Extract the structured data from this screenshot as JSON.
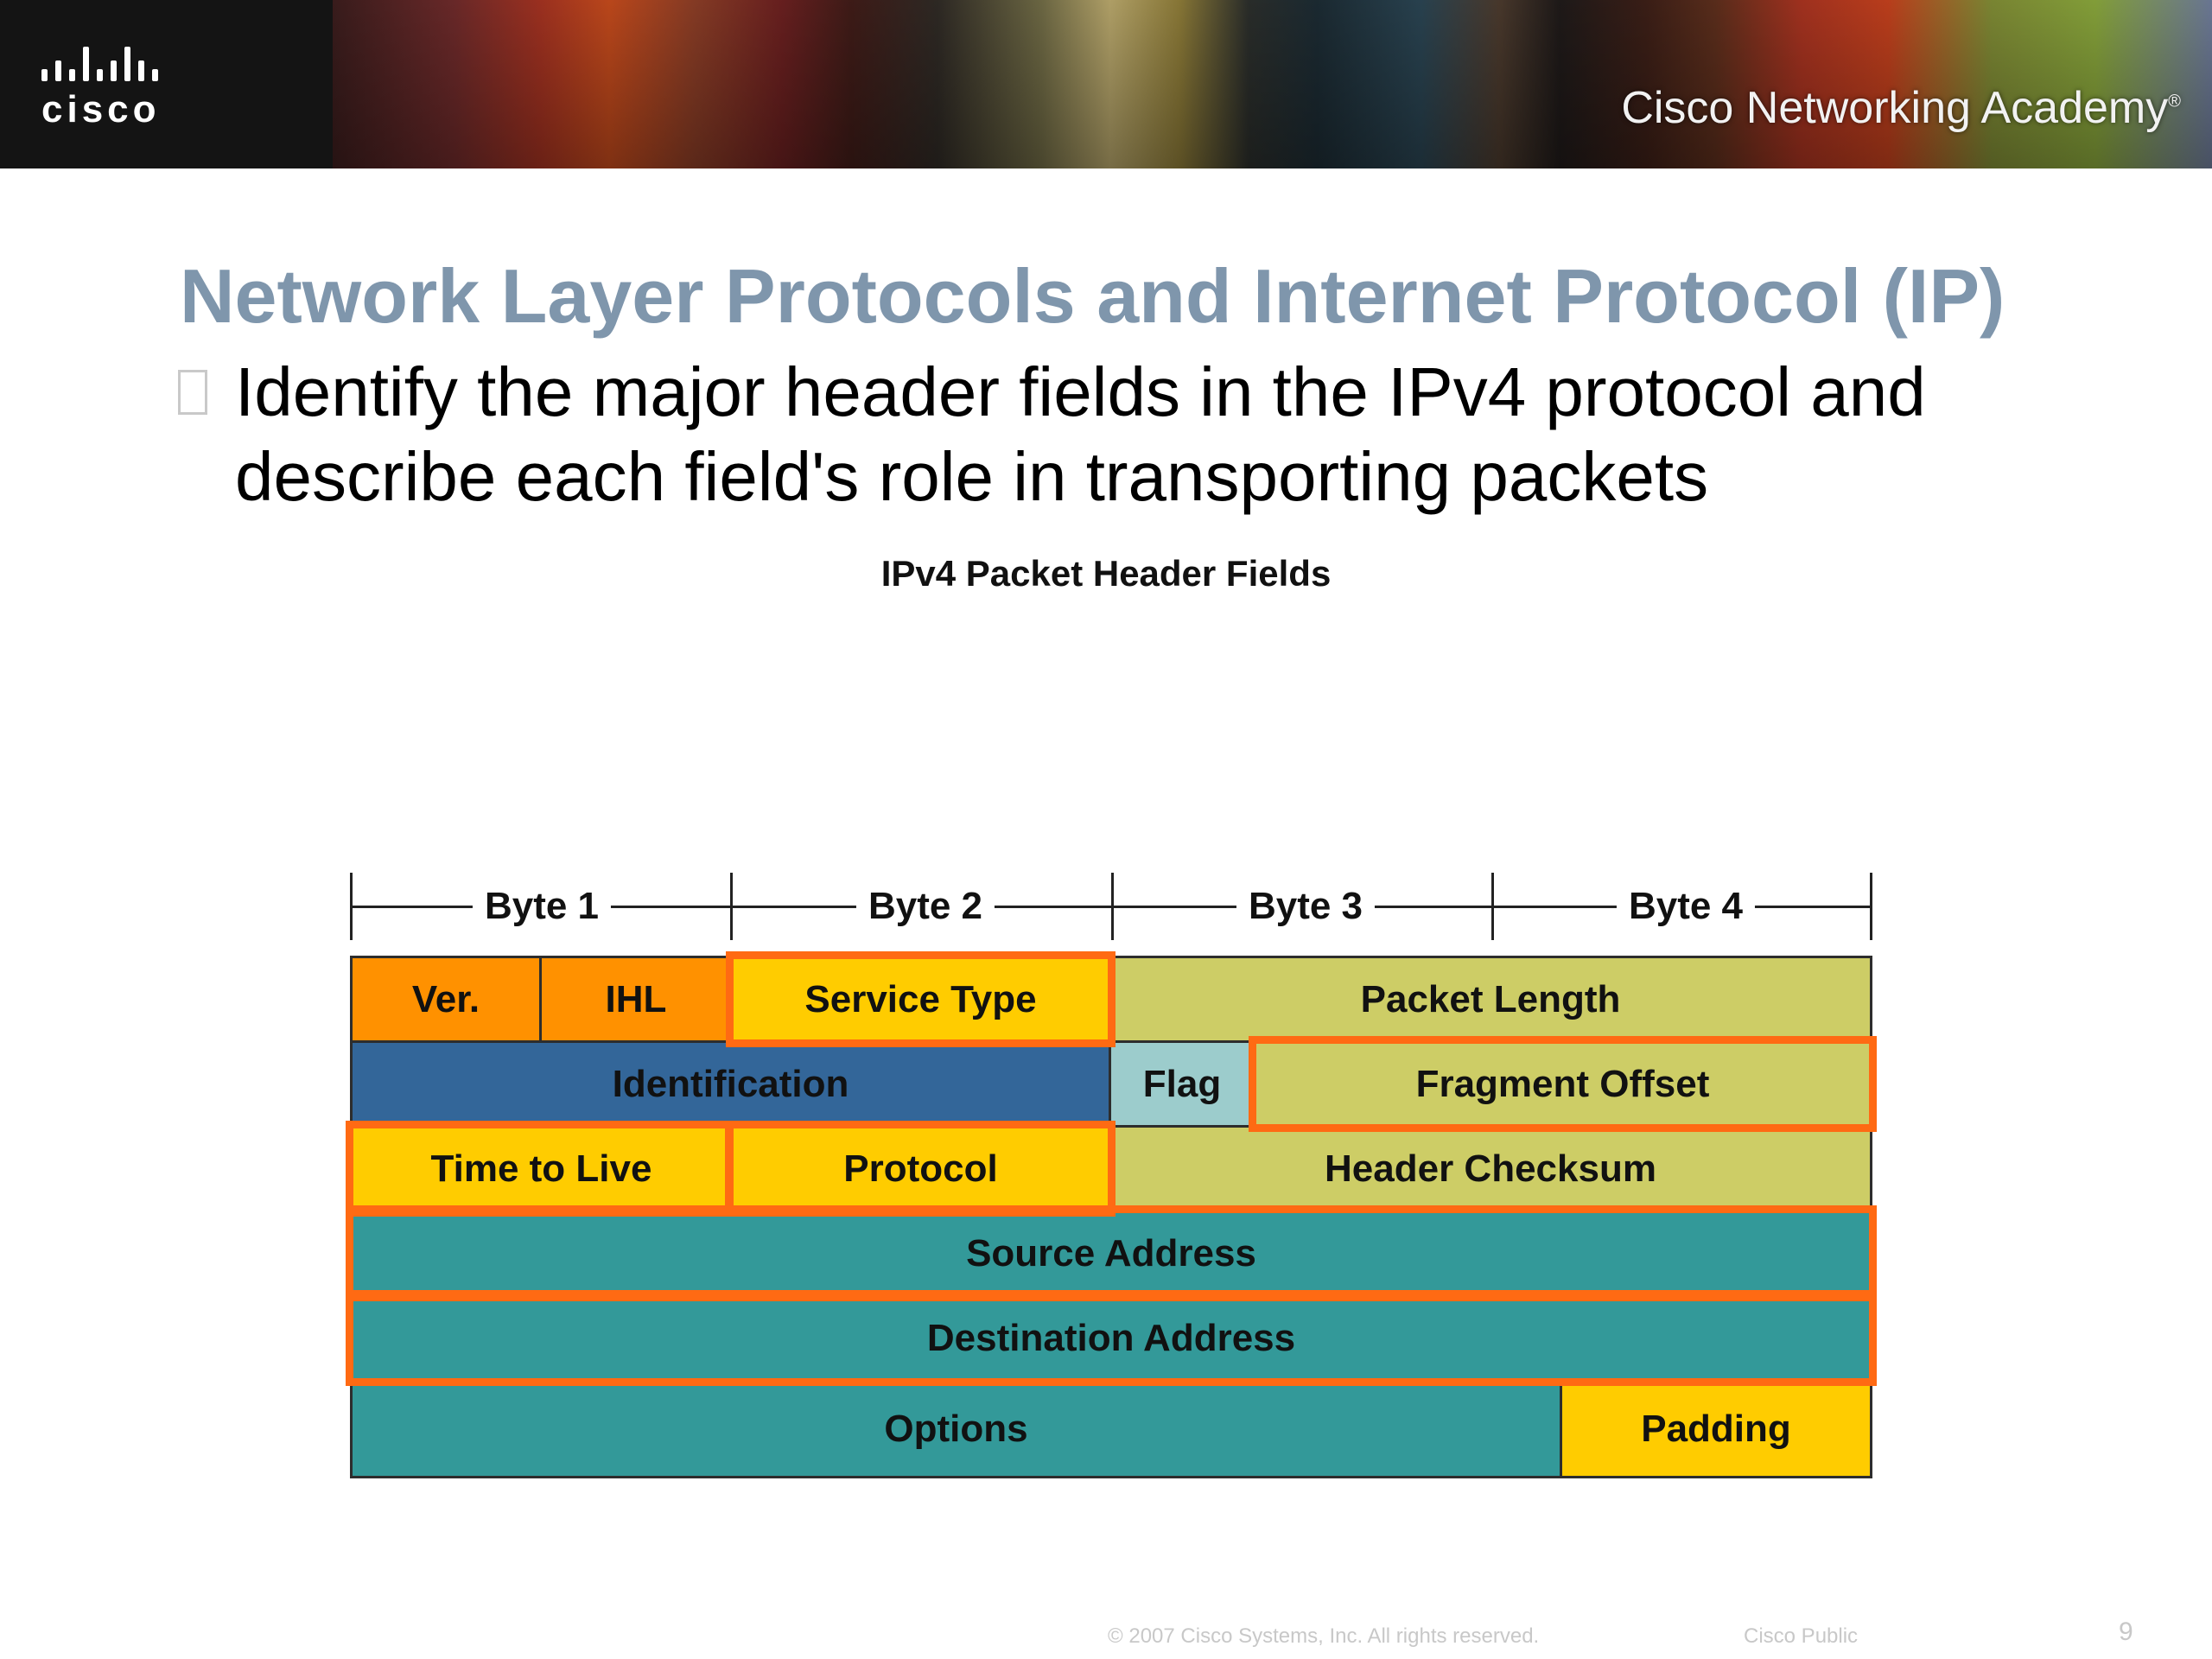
{
  "banner": {
    "logo_text": "cisco",
    "academy_text": "Cisco Networking Academy",
    "academy_mark": "®"
  },
  "slide": {
    "title": "Network Layer Protocols and Internet Protocol (IP)",
    "bullet": "Identify the major header fields in the IPv4 protocol and describe each field's role in transporting packets"
  },
  "diagram": {
    "title": "IPv4 Packet Header Fields",
    "bytes": [
      "Byte 1",
      "Byte 2",
      "Byte 3",
      "Byte 4"
    ],
    "fields": {
      "version": "Ver.",
      "ihl": "IHL",
      "service_type": "Service Type",
      "packet_length": "Packet Length",
      "identification": "Identification",
      "flag": "Flag",
      "fragment_offset": "Fragment Offset",
      "time_to_live": "Time to Live",
      "protocol": "Protocol",
      "header_checksum": "Header Checksum",
      "source_address": "Source Address",
      "destination_address": "Destination Address",
      "options": "Options",
      "padding": "Padding"
    },
    "colors": {
      "orange": "#ff9100",
      "yellow": "#ffcc00",
      "olive": "#cdcd66",
      "blue": "#336699",
      "light_blue": "#9ccccc",
      "teal": "#339999",
      "highlight": "#ff6a13"
    }
  },
  "footer": {
    "copyright": "© 2007 Cisco Systems, Inc. All rights reserved.",
    "classification": "Cisco Public",
    "page_number": "9"
  }
}
